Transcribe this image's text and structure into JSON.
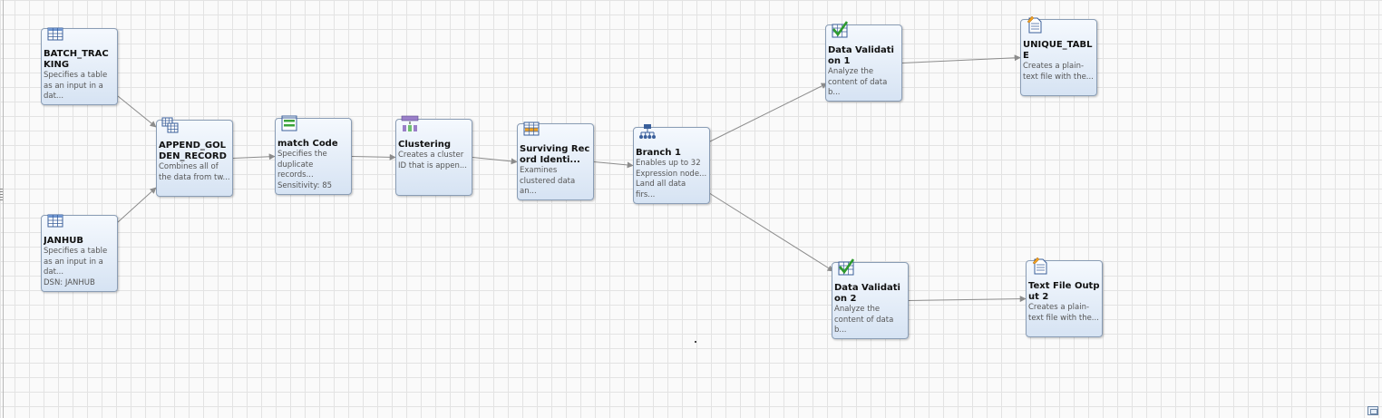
{
  "nodes": [
    {
      "id": "batch",
      "icon": "table-icon",
      "title": "BATCH_TRACKING",
      "desc": [
        "Specifies a table as an input in a dat..."
      ]
    },
    {
      "id": "janhub",
      "icon": "table-icon",
      "title": "JANHUB",
      "desc": [
        "Specifies a table as an input in a dat...",
        "DSN: JANHUB"
      ]
    },
    {
      "id": "append",
      "icon": "append-icon",
      "title": "APPEND_GOLDEN_RECORD",
      "desc": [
        "Combines all of the data from tw..."
      ]
    },
    {
      "id": "match",
      "icon": "match-code-icon",
      "title": "match Code",
      "desc": [
        "Specifies the duplicate records...",
        "Sensitivity: 85"
      ]
    },
    {
      "id": "cluster",
      "icon": "clustering-icon",
      "title": "Clustering",
      "desc": [
        "Creates a cluster ID that is appen..."
      ]
    },
    {
      "id": "surv",
      "icon": "surviving-record-icon",
      "title": "Surviving Record Identi...",
      "desc": [
        "Examines clustered data an..."
      ]
    },
    {
      "id": "branch",
      "icon": "branch-icon",
      "title": "Branch 1",
      "desc": [
        "Enables up to 32 Expression node...",
        "Land all data firs..."
      ]
    },
    {
      "id": "dv1",
      "icon": "data-validation-icon",
      "title": "Data Validation 1",
      "desc": [
        "Analyze the content of data b..."
      ]
    },
    {
      "id": "dv2",
      "icon": "data-validation-icon",
      "title": "Data Validation 2",
      "desc": [
        "Analyze the content of data b..."
      ]
    },
    {
      "id": "uniq",
      "icon": "text-file-output-icon",
      "title": "UNIQUE_TABLE",
      "desc": [
        "Creates a plain-text file with the..."
      ]
    },
    {
      "id": "tfo2",
      "icon": "text-file-output-icon",
      "title": "Text File Output 2",
      "desc": [
        "Creates a plain-text file with the..."
      ]
    }
  ],
  "edges": [
    {
      "from": "batch",
      "to": "append"
    },
    {
      "from": "janhub",
      "to": "append"
    },
    {
      "from": "append",
      "to": "match"
    },
    {
      "from": "match",
      "to": "cluster"
    },
    {
      "from": "cluster",
      "to": "surv"
    },
    {
      "from": "surv",
      "to": "branch"
    },
    {
      "from": "branch",
      "to": "dv1"
    },
    {
      "from": "branch",
      "to": "dv2"
    },
    {
      "from": "dv1",
      "to": "uniq"
    },
    {
      "from": "dv2",
      "to": "tfo2"
    }
  ],
  "colors": {
    "edge": "#8c8c8c",
    "node_border": "#8a9db5",
    "check": "#2e9a2e"
  }
}
